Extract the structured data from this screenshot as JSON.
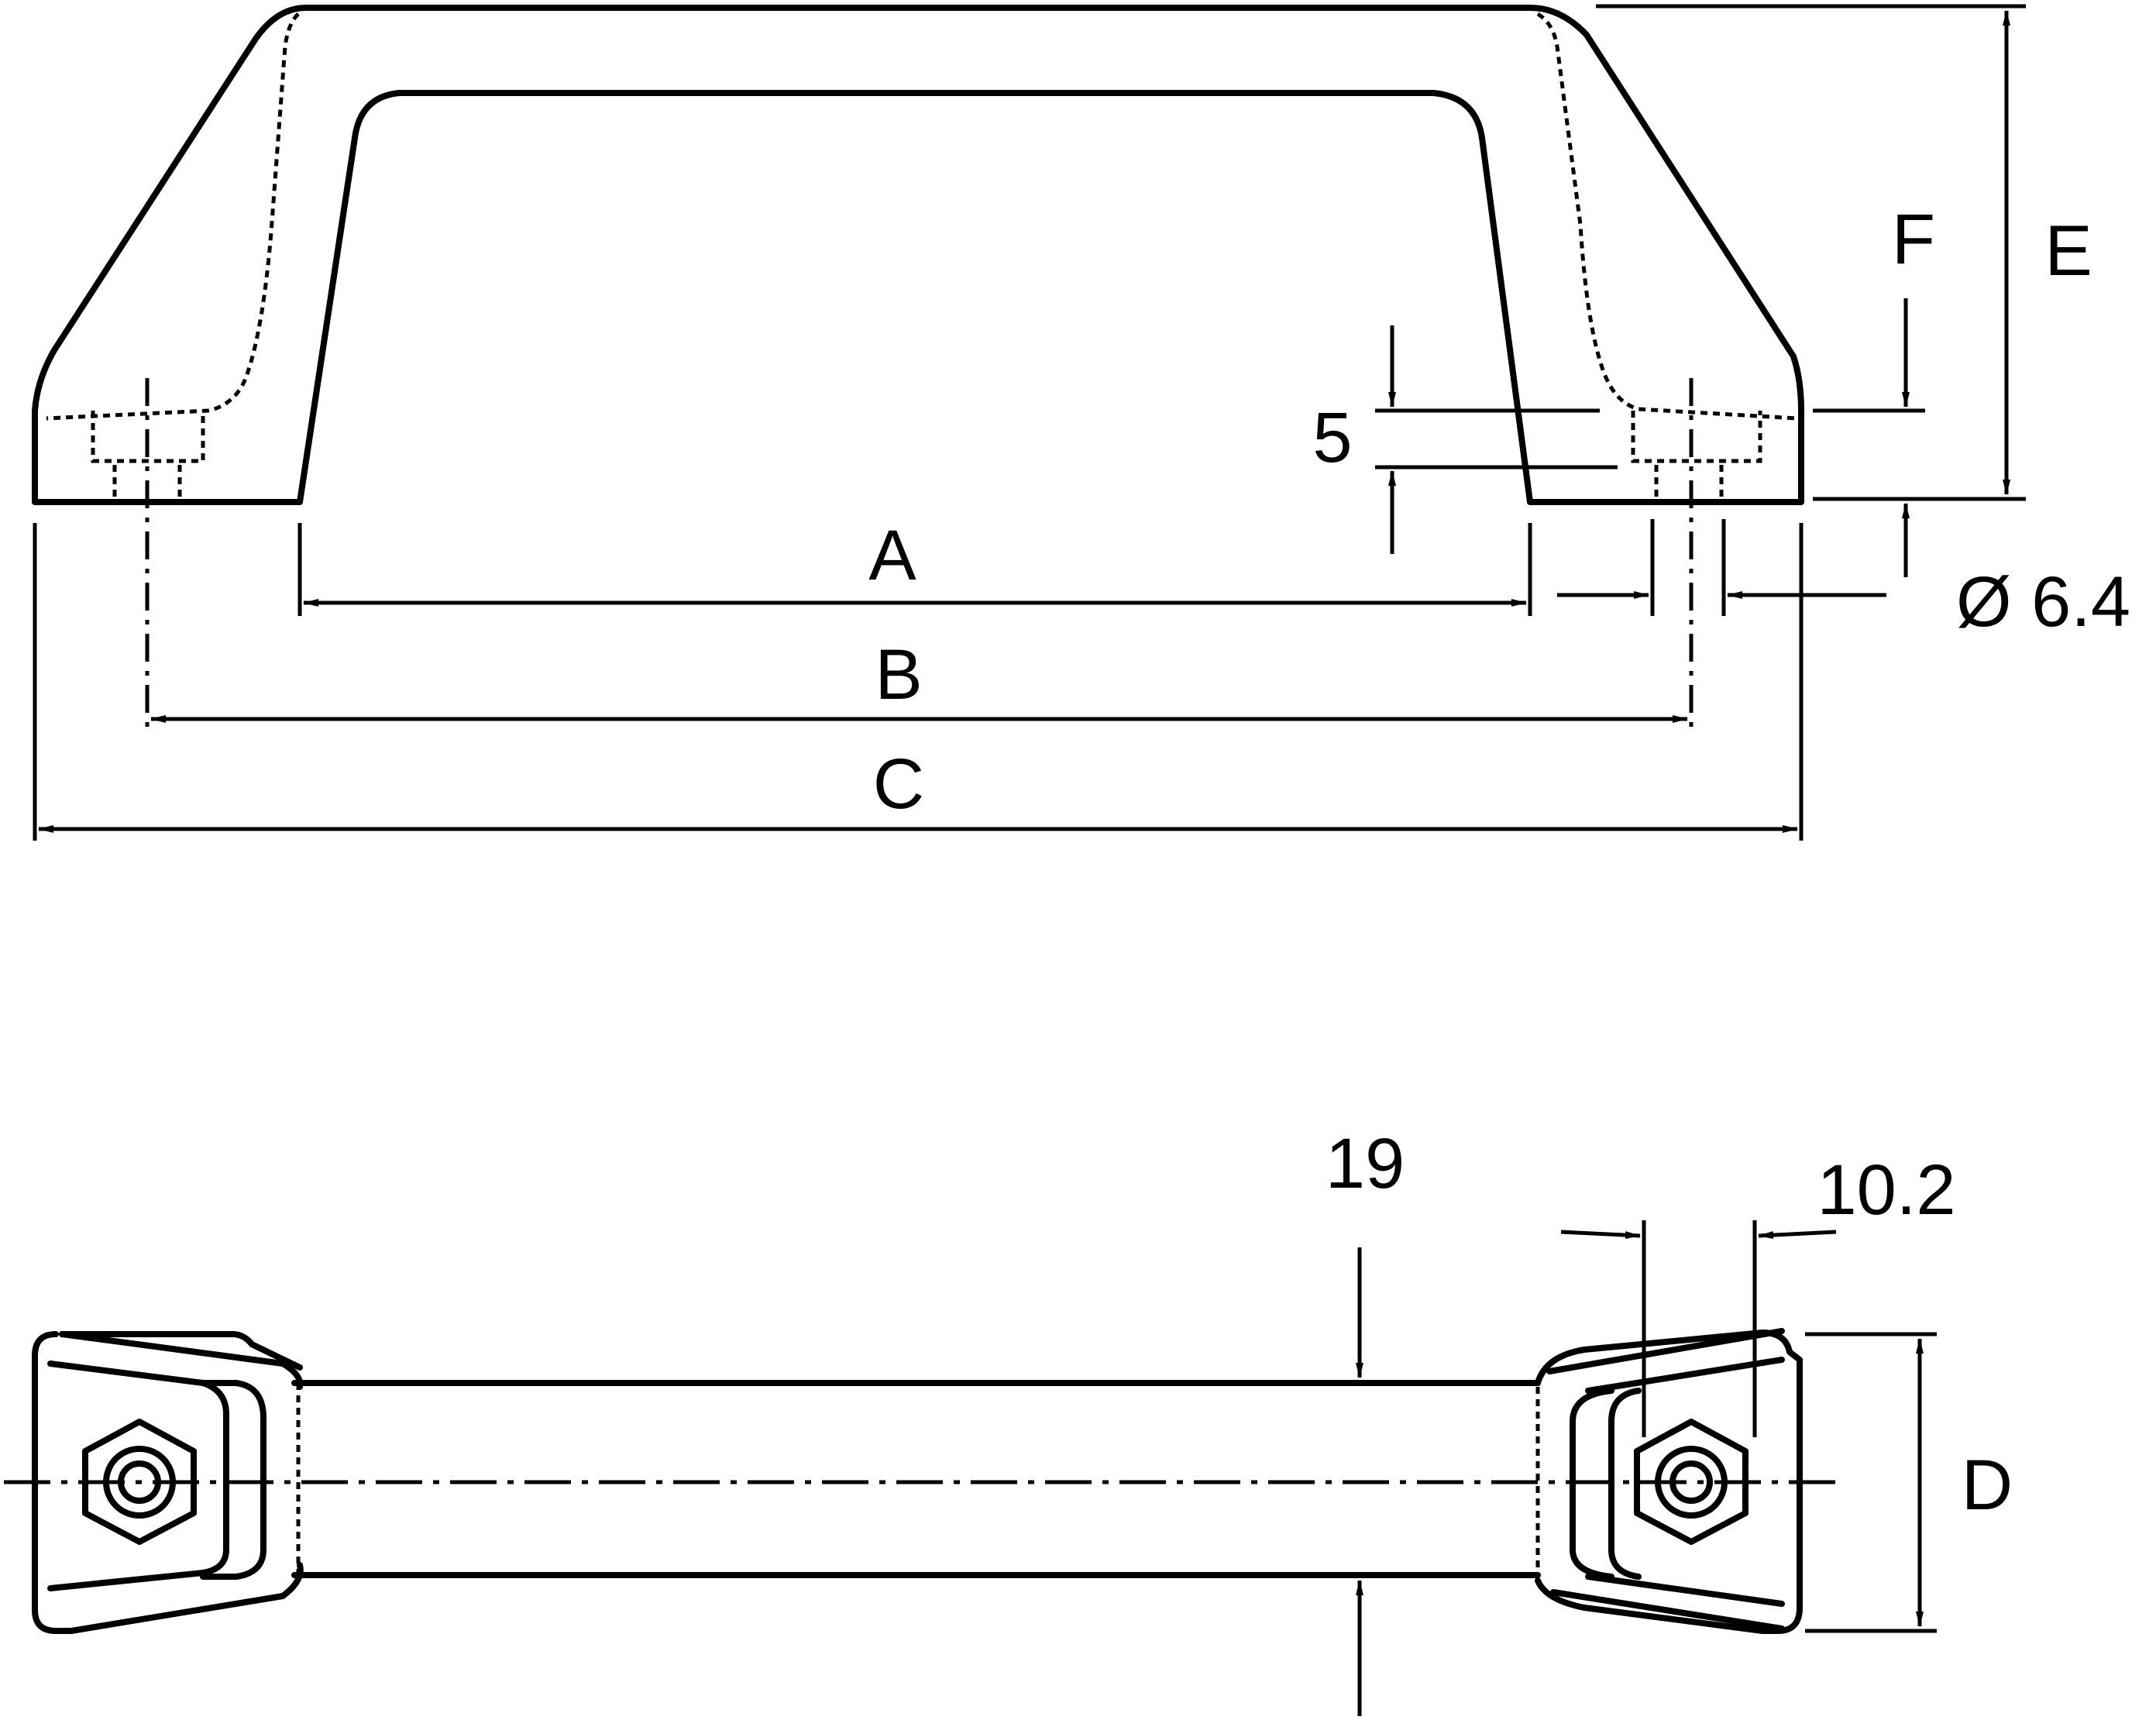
{
  "labels": {
    "A": "A",
    "B": "B",
    "C": "C",
    "D": "D",
    "E": "E",
    "F": "F",
    "five": "5",
    "hole": "Ø 6.4",
    "nineteen": "19",
    "ten_two": "10.2"
  }
}
